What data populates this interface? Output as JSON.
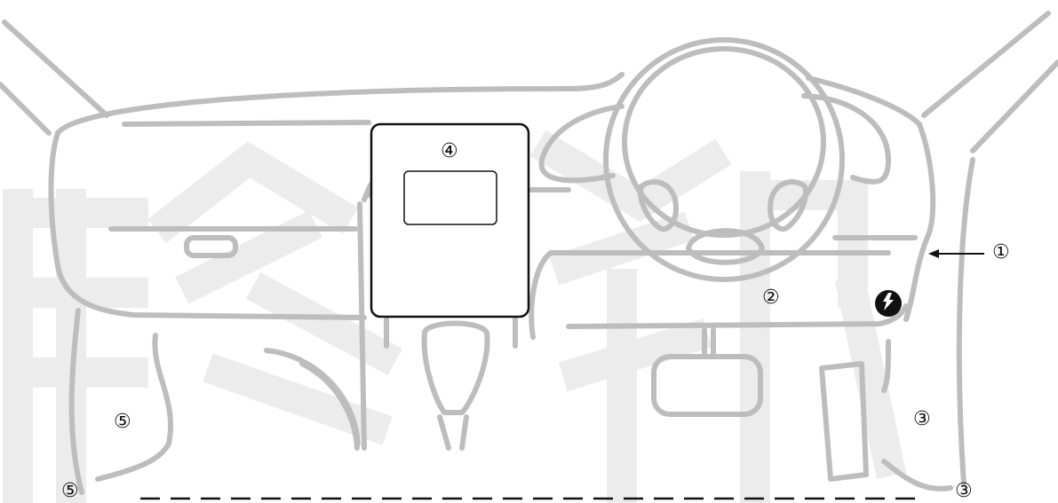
{
  "callouts": {
    "c1": "①",
    "c2": "②",
    "c3": "③",
    "c3b": "③",
    "c4": "④",
    "c5": "⑤",
    "c5b": "⑤"
  },
  "colors": {
    "outline": "#bdbdbd",
    "watermark": "#ececec",
    "ecu_box": "#111111",
    "text": "#111111"
  },
  "icons": [
    "arrow-left-icon",
    "lock-bolt-icon"
  ]
}
